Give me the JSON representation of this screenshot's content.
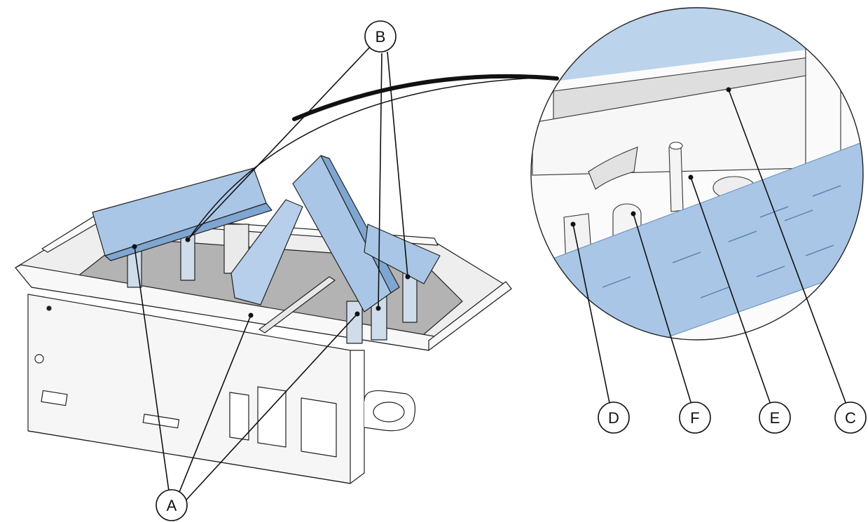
{
  "callouts": {
    "a": "A",
    "b": "B",
    "c": "C",
    "d": "D",
    "e": "E",
    "f": "F"
  },
  "colors": {
    "part_fill": "#a9c6e6",
    "part_fill_dark": "#7fa6d1",
    "plate_fill": "#b5b5b5",
    "frame_fill": "#f4f4f4",
    "line": "#222222"
  },
  "icons": {
    "detail_view": "magnified-detail-circle",
    "leader": "callout-leader-line"
  }
}
